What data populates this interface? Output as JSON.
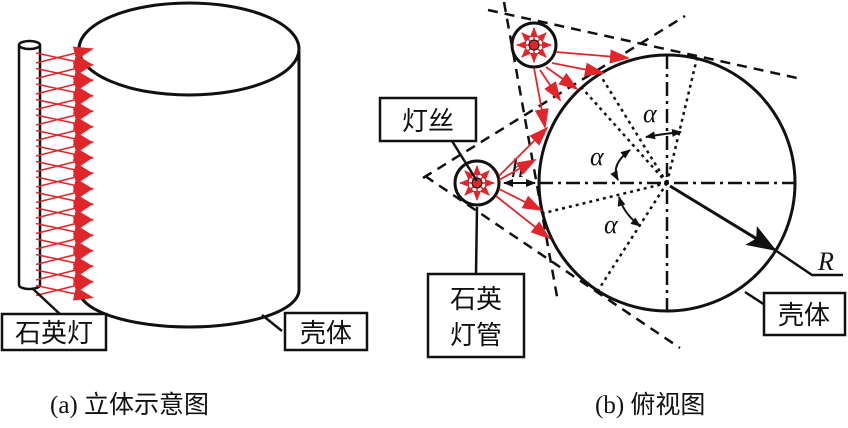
{
  "figure": {
    "panel_a": {
      "caption": "(a) 立体示意图",
      "labels": {
        "lamp": "石英灯",
        "shell": "壳体"
      }
    },
    "panel_b": {
      "caption": "(b) 俯视图",
      "labels": {
        "filament": "灯丝",
        "quartz_tube_line1": "石英",
        "quartz_tube_line2": "灯管",
        "shell": "壳体",
        "radius": "R",
        "distance": "h",
        "angle": "α"
      }
    },
    "colors": {
      "ray": "#e0262b",
      "line": "#111111"
    }
  }
}
